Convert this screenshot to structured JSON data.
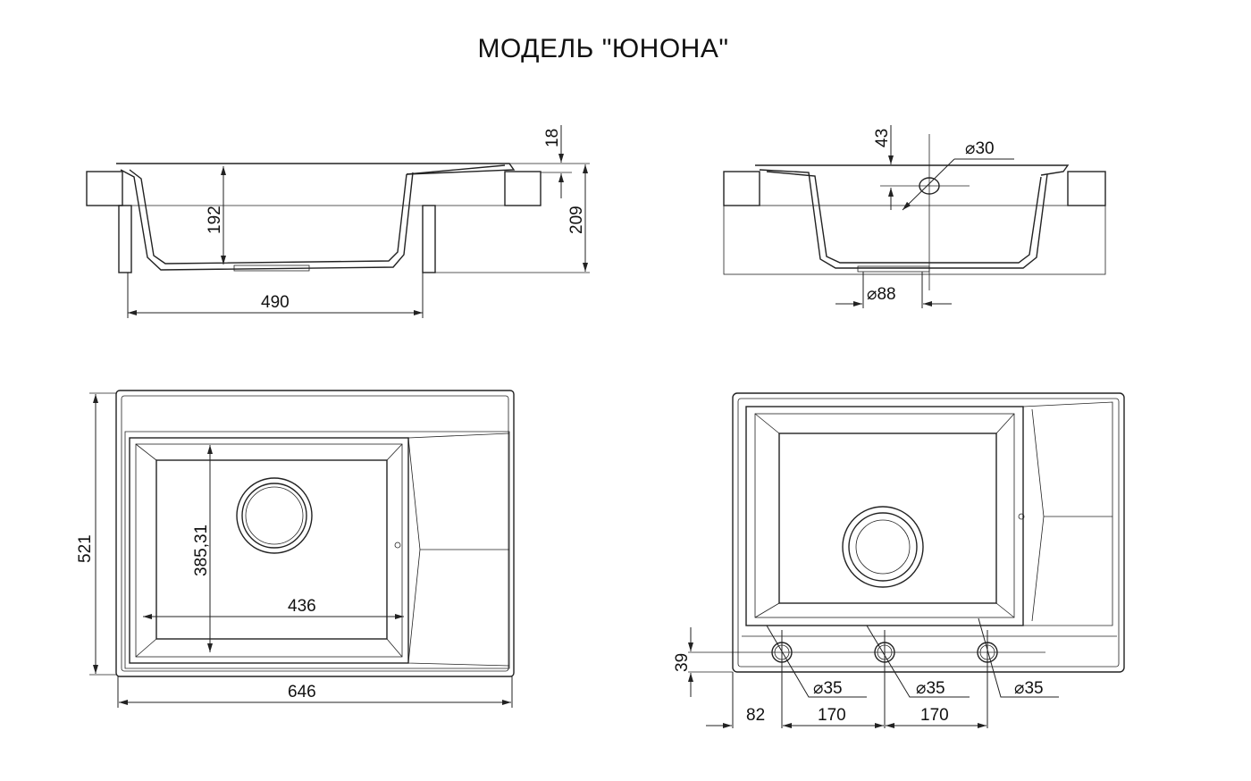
{
  "title": "МОДЕЛЬ \"ЮНОНА\"",
  "side_section": {
    "width": "490",
    "bowl_depth": "192",
    "rim": "18",
    "total_height": "209"
  },
  "front_section": {
    "overflow_depth": "43",
    "overflow_diameter": "⌀30",
    "drain_diameter": "⌀88"
  },
  "top_view": {
    "length": "646",
    "width": "521",
    "bowl_length": "436",
    "bowl_width": "385,31"
  },
  "bottom_view": {
    "hole_offset": "39",
    "holes": [
      "⌀35",
      "⌀35",
      "⌀35"
    ],
    "spacing": [
      "82",
      "170",
      "170"
    ]
  }
}
